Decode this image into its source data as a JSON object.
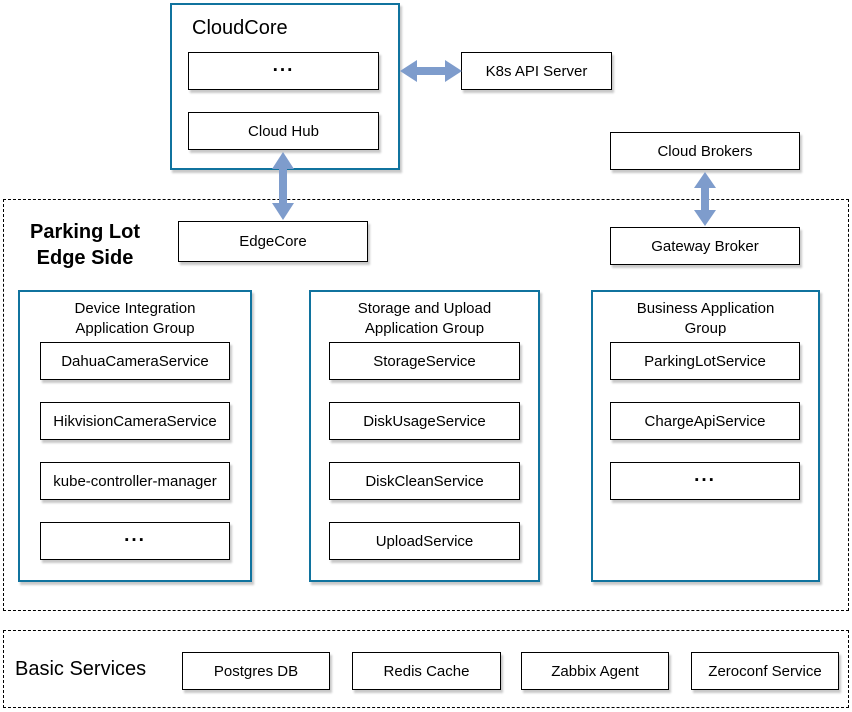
{
  "colors": {
    "group_border": "#10739e",
    "arrow": "#7e9ccc",
    "box_border": "#000000"
  },
  "cloud_section": {
    "cloudcore": {
      "title": "CloudCore",
      "modules": [
        "...",
        "Cloud Hub"
      ]
    },
    "k8s_api_server": "K8s API Server",
    "cloud_brokers": "Cloud Brokers"
  },
  "edge_section": {
    "label_line1": "Parking Lot",
    "label_line2": "Edge Side",
    "edgecore": "EdgeCore",
    "gateway_broker": "Gateway Broker",
    "groups": [
      {
        "title_line1": "Device Integration",
        "title_line2": "Application Group",
        "services": [
          "DahuaCameraService",
          "HikvisionCameraService",
          "kube-controller-manager",
          "..."
        ]
      },
      {
        "title_line1": "Storage and Upload",
        "title_line2": "Application Group",
        "services": [
          "StorageService",
          "DiskUsageService",
          "DiskCleanService",
          "UploadService"
        ]
      },
      {
        "title_line1": "Business Application",
        "title_line2": "Group",
        "services": [
          "ParkingLotService",
          "ChargeApiService",
          "..."
        ]
      }
    ]
  },
  "basic_section": {
    "label": "Basic Services",
    "services": [
      "Postgres DB",
      "Redis Cache",
      "Zabbix Agent",
      "Zeroconf Service"
    ]
  }
}
